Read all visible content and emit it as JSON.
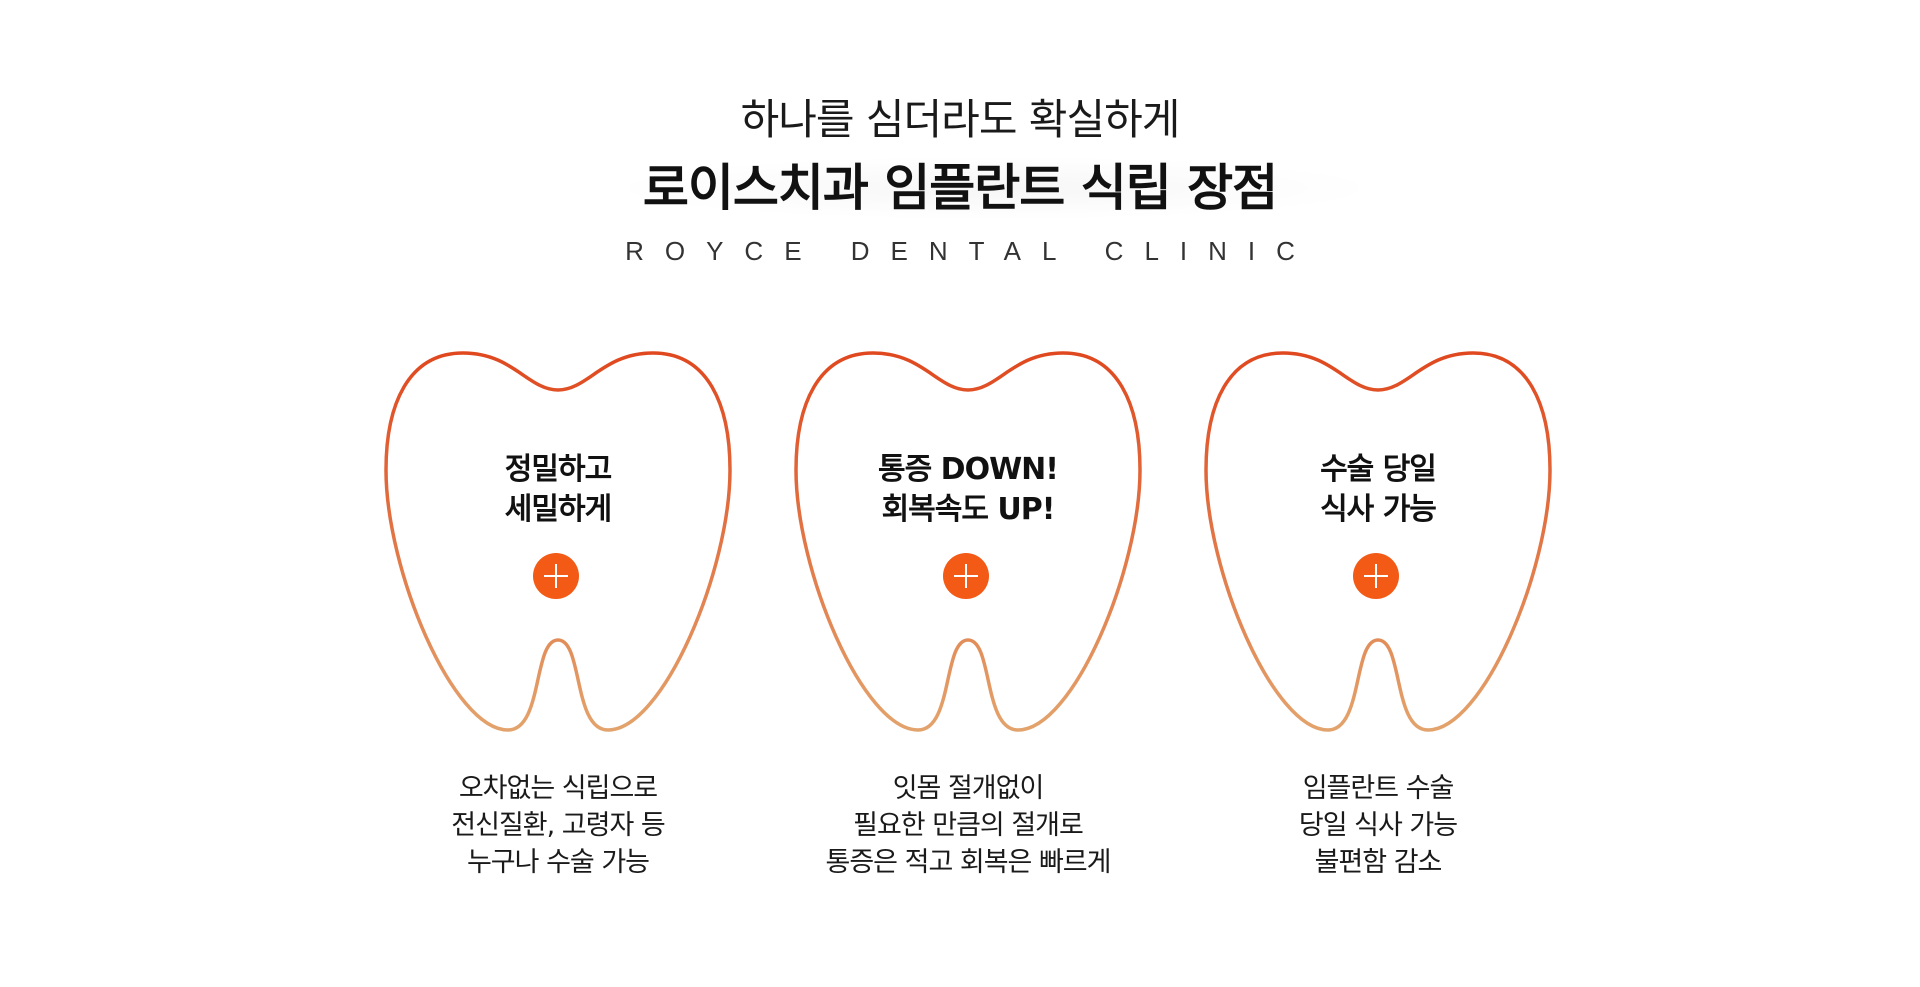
{
  "header": {
    "subtitle": "하나를 심더라도 확실하게",
    "title": "로이스치과 임플란트 식립 장점",
    "clinic_name": "ROYCE DENTAL CLINIC"
  },
  "colors": {
    "accent": "#f25a16",
    "tooth_outline_top": "#e0481f",
    "tooth_outline_bottom": "#e3a36c"
  },
  "cards": [
    {
      "title_lines": [
        "정밀하고",
        "세밀하게"
      ],
      "icon": "plus-icon",
      "desc_lines": [
        "오차없는 식립으로",
        "전신질환, 고령자 등",
        "누구나 수술 가능"
      ]
    },
    {
      "title_lines": [
        "통증 DOWN!",
        "회복속도 UP!"
      ],
      "icon": "plus-icon",
      "desc_lines": [
        "잇몸 절개없이",
        "필요한 만큼의 절개로",
        "통증은 적고 회복은 빠르게"
      ]
    },
    {
      "title_lines": [
        "수술 당일",
        "식사 가능"
      ],
      "icon": "plus-icon",
      "desc_lines": [
        "임플란트 수술",
        "당일 식사 가능",
        "불편함 감소"
      ]
    }
  ]
}
